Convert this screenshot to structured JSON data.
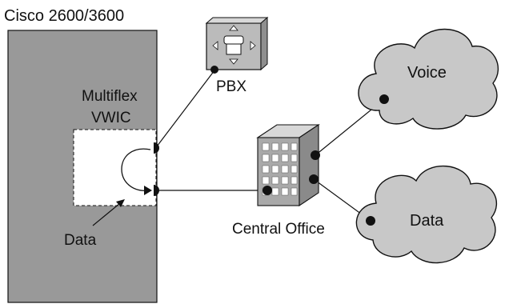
{
  "labels": {
    "router": "Cisco 2600/3600",
    "vwic_line1": "Multiflex",
    "vwic_line2": "VWIC",
    "data_arrow": "Data",
    "pbx": "PBX",
    "central_office": "Central Office",
    "voice_cloud": "Voice",
    "data_cloud": "Data"
  },
  "icons": {
    "pbx": "pbx-phone-icon",
    "central_office": "office-building-icon",
    "voice_cloud": "cloud-icon",
    "data_cloud": "cloud-icon"
  },
  "colors": {
    "router_fill": "#999999",
    "device_fill": "#bbbbbb",
    "cloud_fill": "#c8c8c8",
    "line": "#111111"
  }
}
